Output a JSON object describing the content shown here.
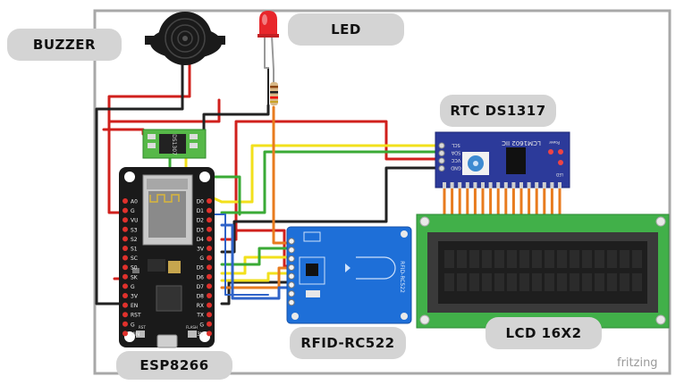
{
  "labels": {
    "buzzer": "BUZZER",
    "led": "LED",
    "rtc": "RTC DS1317",
    "lcd": "LCD 16X2",
    "rfid": "RFID-RC522",
    "esp": "ESP8266"
  },
  "rtc_board": {
    "model": "LCM1602 IIC",
    "pins": [
      "SCL",
      "SDA",
      "VCC",
      "GND"
    ],
    "power_label": "Power",
    "led_label": "LED"
  },
  "rfid_board": {
    "model": "RFID-RC522"
  },
  "rtc_chip": {
    "label": "DS1307"
  },
  "esp_board": {
    "left_pins": [
      "A0",
      "G",
      "VU",
      "S3",
      "S2",
      "S1",
      "SC",
      "S0",
      "SK",
      "G",
      "3V",
      "EN",
      "RST",
      "G",
      "VIN"
    ],
    "right_pins": [
      "D0",
      "D1",
      "D2",
      "D3",
      "D4",
      "3V",
      "G",
      "D5",
      "D6",
      "D7",
      "D8",
      "RX",
      "TX",
      "G",
      "3V"
    ],
    "bottom_labels": [
      "RST",
      "FLASH"
    ]
  },
  "brand": "fritzing",
  "colors": {
    "wire_red": "#d0201c",
    "wire_black": "#222222",
    "wire_yellow": "#f2e01c",
    "wire_green": "#3aaa35",
    "wire_orange": "#e87b1e",
    "wire_blue": "#2f63c8",
    "board_blue": "#2c3a9a",
    "lcd_green": "#41b049",
    "esp_black": "#1a1a1a"
  }
}
